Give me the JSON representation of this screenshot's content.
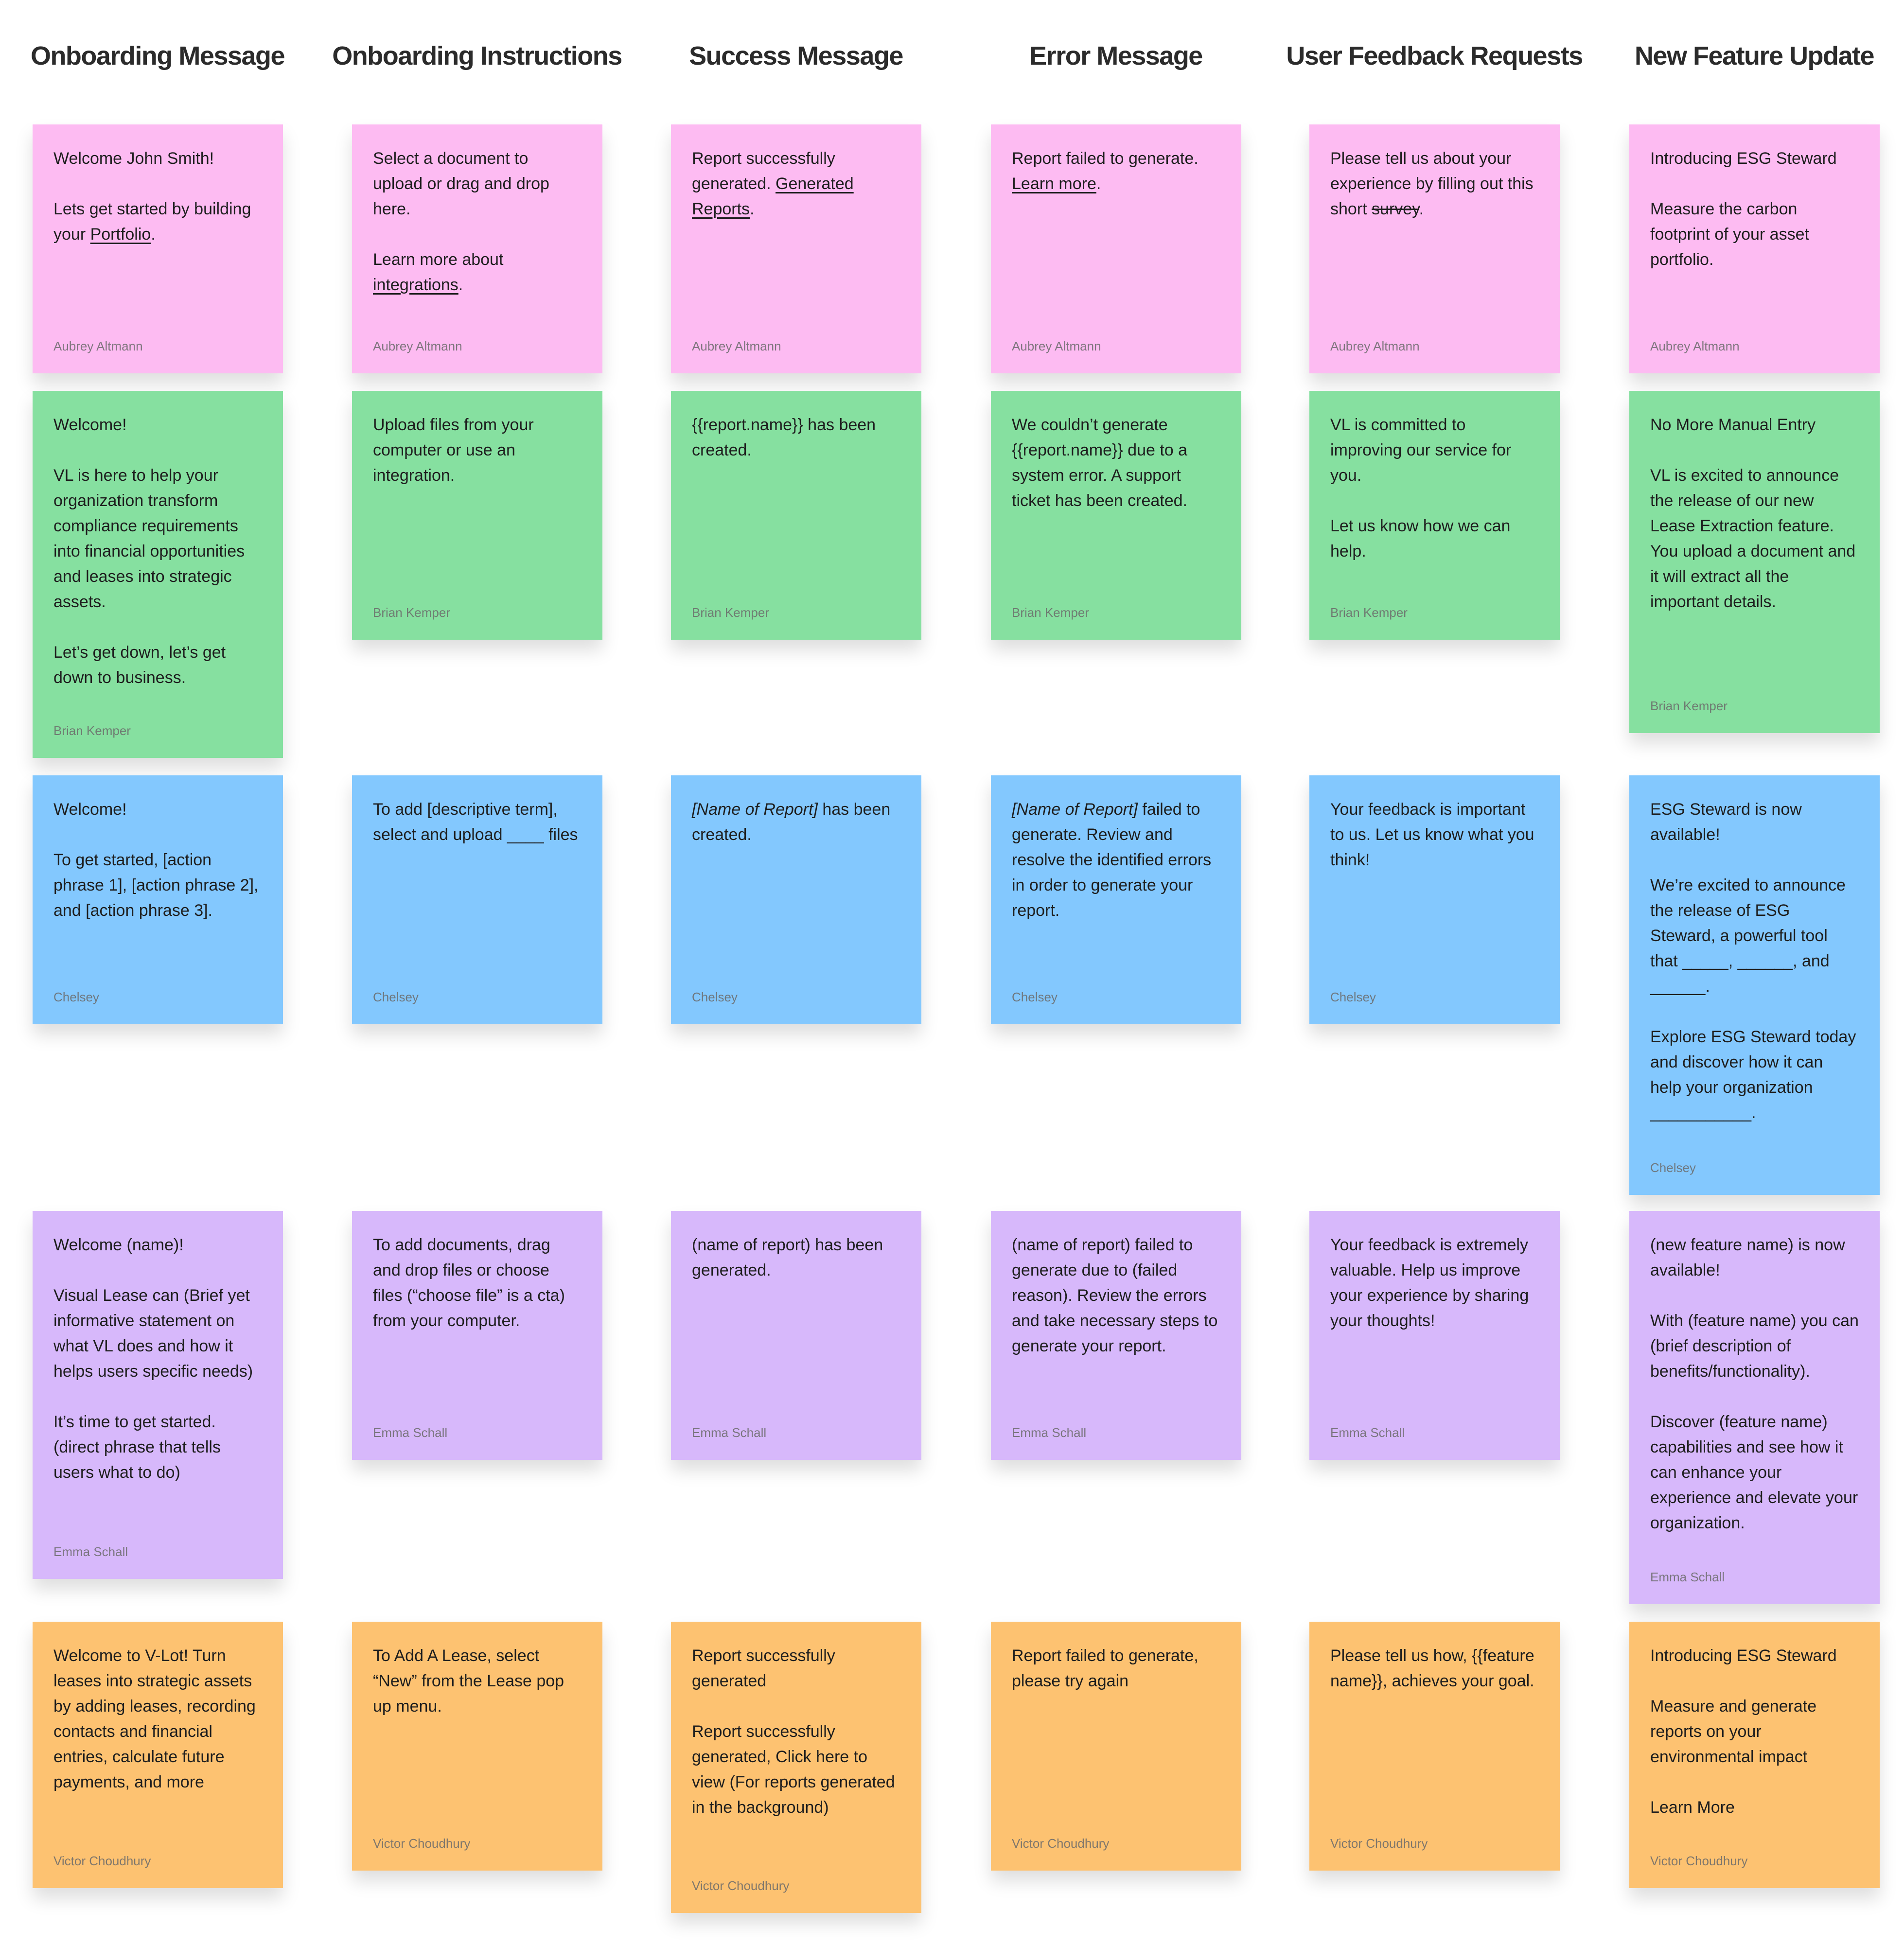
{
  "columns": [
    {
      "title": "Onboarding Message"
    },
    {
      "title": "Onboarding  Instructions"
    },
    {
      "title": "Success Message"
    },
    {
      "title": "Error Message"
    },
    {
      "title": "User Feedback Requests"
    },
    {
      "title": "New Feature Update"
    }
  ],
  "colors": {
    "pink": "#fdbbf2",
    "green": "#86e0a0",
    "blue": "#83c8fe",
    "purple": "#d7b8fb",
    "orange": "#fdc271"
  },
  "rows": [
    {
      "color": "pink",
      "notes": [
        {
          "author": "Aubrey Altmann",
          "paragraphs": [
            [
              {
                "t": "Welcome John Smith!"
              }
            ],
            [
              {
                "t": "Lets get started by building your "
              },
              {
                "t": "Portfolio",
                "s": "u"
              },
              {
                "t": "."
              }
            ]
          ]
        },
        {
          "author": "Aubrey Altmann",
          "paragraphs": [
            [
              {
                "t": "Select a document to upload or drag and drop here."
              }
            ],
            [
              {
                "t": "Learn more about "
              },
              {
                "t": "integrations",
                "s": "u"
              },
              {
                "t": "."
              }
            ]
          ]
        },
        {
          "author": "Aubrey Altmann",
          "paragraphs": [
            [
              {
                "t": "Report successfully generated. "
              },
              {
                "t": "Generated Reports",
                "s": "u"
              },
              {
                "t": "."
              }
            ]
          ]
        },
        {
          "author": "Aubrey Altmann",
          "paragraphs": [
            [
              {
                "t": "Report failed to generate. "
              },
              {
                "t": "Learn more",
                "s": "u"
              },
              {
                "t": "."
              }
            ]
          ]
        },
        {
          "author": "Aubrey Altmann",
          "paragraphs": [
            [
              {
                "t": "Please tell us about your experience by filling out this short "
              },
              {
                "t": "survey",
                "s": "s"
              },
              {
                "t": "."
              }
            ]
          ]
        },
        {
          "author": "Aubrey Altmann",
          "paragraphs": [
            [
              {
                "t": "Introducing ESG Steward"
              }
            ],
            [
              {
                "t": "Measure the carbon footprint of your asset portfolio."
              }
            ]
          ]
        }
      ]
    },
    {
      "color": "green",
      "notes": [
        {
          "author": "Brian Kemper",
          "paragraphs": [
            [
              {
                "t": "Welcome!"
              }
            ],
            [
              {
                "t": "VL is here to help your organization transform compliance requirements into financial opportunities and leases into strategic assets."
              }
            ],
            [
              {
                "t": "Let’s get down, let’s get down to business."
              }
            ]
          ]
        },
        {
          "author": "Brian Kemper",
          "paragraphs": [
            [
              {
                "t": "Upload files from your computer or use an integration."
              }
            ]
          ]
        },
        {
          "author": "Brian Kemper",
          "paragraphs": [
            [
              {
                "t": "{{report.name}} has been created."
              }
            ]
          ]
        },
        {
          "author": "Brian Kemper",
          "paragraphs": [
            [
              {
                "t": "We couldn’t generate {{report.name}} due to a system error. A support ticket has been created."
              }
            ]
          ]
        },
        {
          "author": "Brian Kemper",
          "paragraphs": [
            [
              {
                "t": "VL is committed to improving our service for you."
              }
            ],
            [
              {
                "t": "Let us know how we can help."
              }
            ]
          ]
        },
        {
          "author": "Brian Kemper",
          "paragraphs": [
            [
              {
                "t": "No More Manual Entry"
              }
            ],
            [
              {
                "t": "VL is excited to announce the release of our new Lease Extraction feature. You upload a document and it will extract all the important details."
              }
            ]
          ]
        }
      ]
    },
    {
      "color": "blue",
      "notes": [
        {
          "author": "Chelsey",
          "paragraphs": [
            [
              {
                "t": "Welcome!"
              }
            ],
            [
              {
                "t": "To get started, [action phrase 1], [action phrase 2], and [action phrase 3]."
              }
            ]
          ]
        },
        {
          "author": "Chelsey",
          "paragraphs": [
            [
              {
                "t": "To add [descriptive term], select and upload  ____ files"
              }
            ]
          ]
        },
        {
          "author": "Chelsey",
          "paragraphs": [
            [
              {
                "t": "[Name of Report]",
                "s": "i"
              },
              {
                "t": " has been created."
              }
            ]
          ]
        },
        {
          "author": "Chelsey",
          "paragraphs": [
            [
              {
                "t": "[Name of Report]",
                "s": "i"
              },
              {
                "t": " failed to generate. Review and resolve the identified errors in order to generate your report."
              }
            ]
          ]
        },
        {
          "author": "Chelsey",
          "paragraphs": [
            [
              {
                "t": "Your feedback is important to us. Let us know what you think!"
              }
            ]
          ]
        },
        {
          "author": "Chelsey",
          "paragraphs": [
            [
              {
                "t": "ESG Steward is now available!"
              }
            ],
            [
              {
                "t": "We’re excited to announce the release of ESG Steward, a powerful tool that _____, ______, and ______."
              }
            ],
            [
              {
                "t": "Explore ESG Steward today and discover how it can help your organization ___________."
              }
            ]
          ]
        }
      ]
    },
    {
      "color": "purple",
      "notes": [
        {
          "author": "Emma Schall",
          "paragraphs": [
            [
              {
                "t": "Welcome (name)!"
              }
            ],
            [
              {
                "t": "Visual Lease can (Brief yet informative statement on what VL does and how it helps users specific needs)"
              }
            ],
            [
              {
                "t": "It’s time to get started. (direct phrase that tells users what to do)"
              }
            ]
          ]
        },
        {
          "author": "Emma Schall",
          "paragraphs": [
            [
              {
                "t": "To add documents, drag and drop files or choose files (“choose file” is a cta) from your computer."
              }
            ]
          ]
        },
        {
          "author": "Emma Schall",
          "paragraphs": [
            [
              {
                "t": "(name of report) has been generated."
              }
            ]
          ]
        },
        {
          "author": "Emma Schall",
          "paragraphs": [
            [
              {
                "t": "(name of report) failed to generate due to (failed reason). Review the errors and take necessary steps to generate your report."
              }
            ]
          ]
        },
        {
          "author": "Emma Schall",
          "paragraphs": [
            [
              {
                "t": "Your feedback is extremely valuable. Help us improve your experience by sharing your thoughts!"
              }
            ]
          ]
        },
        {
          "author": "Emma Schall",
          "paragraphs": [
            [
              {
                "t": "(new feature name) is now available!"
              }
            ],
            [
              {
                "t": "With (feature name) you can (brief description of benefits/functionality)."
              }
            ],
            [
              {
                "t": "Discover (feature name) capabilities and see how it can enhance your experience and elevate your organization."
              }
            ]
          ]
        }
      ]
    },
    {
      "color": "orange",
      "notes": [
        {
          "author": "Victor Choudhury",
          "paragraphs": [
            [
              {
                "t": "Welcome to V-Lot! Turn leases into strategic assets by adding leases, recording contacts and financial entries, calculate future payments, and more"
              }
            ]
          ]
        },
        {
          "author": "Victor Choudhury",
          "paragraphs": [
            [
              {
                "t": "To Add A Lease, select “New” from the Lease pop up menu."
              }
            ]
          ]
        },
        {
          "author": "Victor Choudhury",
          "paragraphs": [
            [
              {
                "t": "Report successfully generated"
              }
            ],
            [
              {
                "t": "Report successfully generated, Click here to view (For reports generated in the background)"
              }
            ]
          ]
        },
        {
          "author": "Victor Choudhury",
          "paragraphs": [
            [
              {
                "t": "Report failed to generate, please try again"
              }
            ]
          ]
        },
        {
          "author": "Victor Choudhury",
          "paragraphs": [
            [
              {
                "t": "Please tell us how, {{feature name}}, achieves your goal."
              }
            ]
          ]
        },
        {
          "author": "Victor Choudhury",
          "paragraphs": [
            [
              {
                "t": "Introducing ESG Steward"
              }
            ],
            [
              {
                "t": "Measure and generate reports on your environmental impact"
              }
            ],
            [
              {
                "t": "Learn More"
              }
            ]
          ]
        }
      ]
    }
  ]
}
